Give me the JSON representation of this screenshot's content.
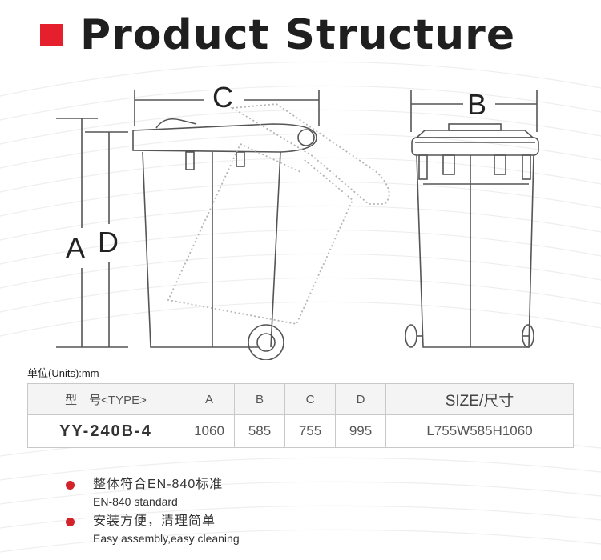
{
  "header": {
    "title": "Product Structure",
    "accent_color": "#e5202c"
  },
  "diagram": {
    "side_labels": {
      "width": "C",
      "height_total": "A",
      "height_body": "D"
    },
    "front_labels": {
      "width": "B"
    }
  },
  "units_label": "单位(Units):mm",
  "table": {
    "headers": [
      "型　号<TYPE>",
      "A",
      "B",
      "C",
      "D",
      "SIZE/尺寸"
    ],
    "row": [
      "YY-240B-4",
      "1060",
      "585",
      "755",
      "995",
      "L755W585H1060"
    ]
  },
  "features": [
    {
      "zh": "整体符合EN-840标准",
      "en": "EN-840 standard"
    },
    {
      "zh": "安装方便，清理简单",
      "en": "Easy assembly,easy cleaning"
    }
  ],
  "colors": {
    "bullet": "#d2232a",
    "line": "#555555",
    "dotted": "#b5b5b5"
  }
}
